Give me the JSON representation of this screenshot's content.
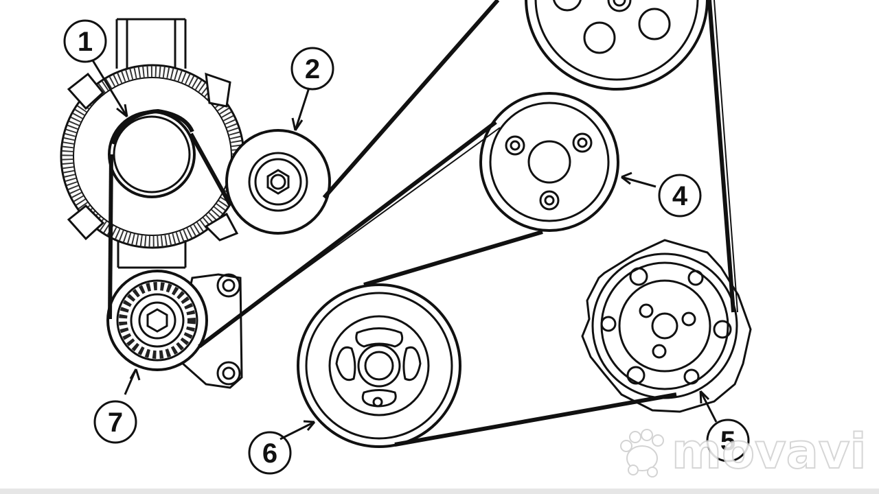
{
  "diagram": {
    "labels": [
      {
        "id": "label-1",
        "text": "1"
      },
      {
        "id": "label-2",
        "text": "2"
      },
      {
        "id": "label-4",
        "text": "4"
      },
      {
        "id": "label-5",
        "text": "5"
      },
      {
        "id": "label-6",
        "text": "6"
      },
      {
        "id": "label-7",
        "text": "7"
      }
    ]
  },
  "watermark": {
    "text": "movavi",
    "logo_icon": "movavi-paw-icon"
  },
  "colors": {
    "line": "#111111",
    "background": "#ffffff"
  }
}
